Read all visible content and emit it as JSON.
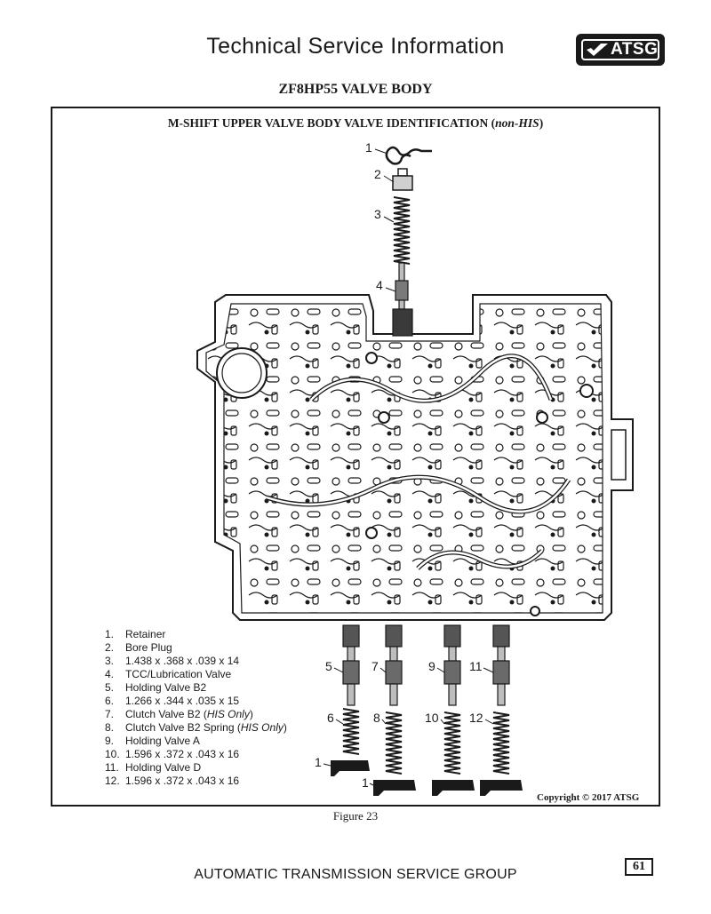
{
  "header": {
    "title": "Technical Service Information",
    "logo_text": "ATSG"
  },
  "document": {
    "title": "ZF8HP55 VALVE BODY"
  },
  "figure": {
    "title_main": "M-SHIFT UPPER VALVE BODY VALVE IDENTIFICATION (",
    "title_italic": "non-HIS",
    "title_end": ")",
    "caption": "Figure 23",
    "copyright": "Copyright © 2017 ATSG",
    "callouts": [
      "1",
      "2",
      "3",
      "4",
      "5",
      "7",
      "9",
      "11",
      "6",
      "8",
      "10",
      "12",
      "1",
      "1"
    ],
    "legend": [
      {
        "num": "1.",
        "pre": "Retainer",
        "italic": "",
        "post": ""
      },
      {
        "num": "2.",
        "pre": "Bore Plug",
        "italic": "",
        "post": ""
      },
      {
        "num": "3.",
        "pre": "1.438 x .368 x .039 x 14",
        "italic": "",
        "post": ""
      },
      {
        "num": "4.",
        "pre": "TCC/Lubrication Valve",
        "italic": "",
        "post": ""
      },
      {
        "num": "5.",
        "pre": "Holding Valve B2",
        "italic": "",
        "post": ""
      },
      {
        "num": "6.",
        "pre": "1.266 x .344 x .035 x 15",
        "italic": "",
        "post": ""
      },
      {
        "num": "7.",
        "pre": "Clutch Valve B2 (",
        "italic": "HIS Only",
        "post": ")"
      },
      {
        "num": "8.",
        "pre": "Clutch Valve B2 Spring (",
        "italic": "HIS Only",
        "post": ")"
      },
      {
        "num": "9.",
        "pre": "Holding Valve A",
        "italic": "",
        "post": ""
      },
      {
        "num": "10.",
        "pre": "1.596 x .372 x .043 x 16",
        "italic": "",
        "post": ""
      },
      {
        "num": "11.",
        "pre": "Holding Valve D",
        "italic": "",
        "post": ""
      },
      {
        "num": "12.",
        "pre": "1.596 x .372 x .043 x 16",
        "italic": "",
        "post": ""
      }
    ]
  },
  "footer": {
    "text": "AUTOMATIC TRANSMISSION SERVICE GROUP",
    "page_number": "61"
  }
}
